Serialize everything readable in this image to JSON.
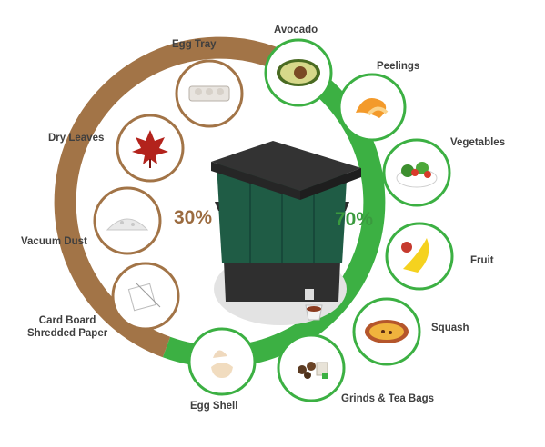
{
  "split": {
    "brown_percent": "30%",
    "green_percent": "70%",
    "brown_fraction": 0.3,
    "green_fraction": 0.7
  },
  "colors": {
    "brown_ring": "#a27447",
    "green_ring": "#3cb043",
    "brown_text": "#9b6b3f",
    "green_text": "#3a9a3e",
    "bin": "#1f5c45",
    "bin_dark": "#2c2c2c",
    "label": "#3f3f3f"
  },
  "items": [
    {
      "label": "Egg Tray",
      "group": "brown",
      "icon": "egg-tray-icon"
    },
    {
      "label": "Avocado",
      "group": "green",
      "icon": "avocado-icon"
    },
    {
      "label": "Peelings",
      "group": "green",
      "icon": "orange-peel-icon"
    },
    {
      "label": "Vegetables",
      "group": "green",
      "icon": "salad-icon"
    },
    {
      "label": "Fruit",
      "group": "green",
      "icon": "banana-icon"
    },
    {
      "label": "Squash",
      "group": "green",
      "icon": "squash-icon"
    },
    {
      "label": "Grinds & Tea Bags",
      "group": "green",
      "icon": "tea-bag-icon"
    },
    {
      "label": "Egg Shell",
      "group": "green",
      "icon": "egg-shell-icon"
    },
    {
      "label": "Card Board\nShredded Paper",
      "group": "brown",
      "icon": "paper-icon"
    },
    {
      "label": "Vacuum Dust",
      "group": "brown",
      "icon": "dust-icon"
    },
    {
      "label": "Dry Leaves",
      "group": "brown",
      "icon": "maple-leaf-icon"
    }
  ]
}
